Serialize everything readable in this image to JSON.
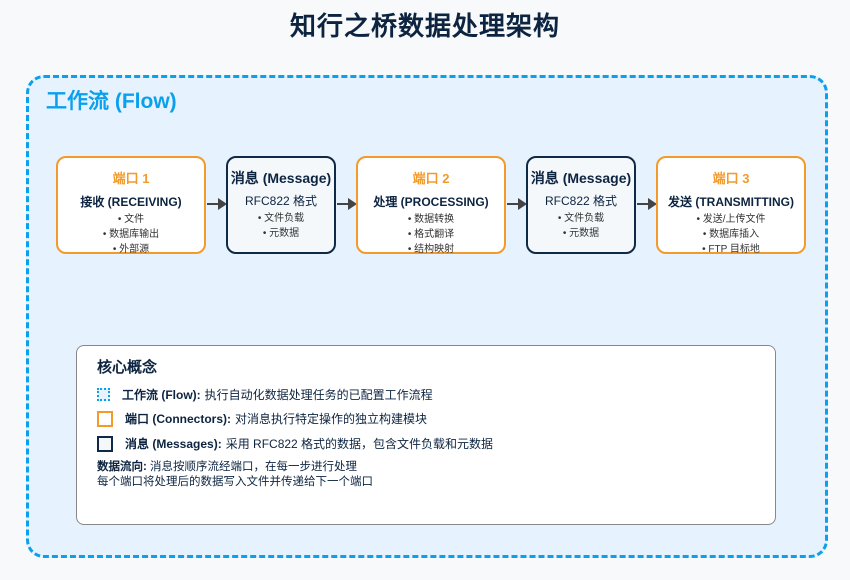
{
  "title": "知行之桥数据处理架构",
  "flow": {
    "title": "工作流 (Flow)"
  },
  "nodes": [
    {
      "type": "connector",
      "head": "端口 1",
      "sub": "接收 (RECEIVING)",
      "items": [
        "• 文件",
        "• 数据库输出",
        "• 外部源"
      ]
    },
    {
      "type": "message",
      "head": "消息 (Message)",
      "sub": "RFC822 格式",
      "items": [
        "• 文件负载",
        "• 元数据"
      ]
    },
    {
      "type": "connector",
      "head": "端口 2",
      "sub": "处理 (PROCESSING)",
      "items": [
        "• 数据转换",
        "• 格式翻译",
        "• 结构映射"
      ]
    },
    {
      "type": "message",
      "head": "消息 (Message)",
      "sub": "RFC822 格式",
      "items": [
        "• 文件负载",
        "• 元数据"
      ]
    },
    {
      "type": "connector",
      "head": "端口 3",
      "sub": "发送 (TRANSMITTING)",
      "items": [
        "• 发送/上传文件",
        "• 数据库插入",
        "• FTP 目标地"
      ]
    }
  ],
  "concepts": {
    "title": "核心概念",
    "legend": [
      {
        "term": "工作流 (Flow):",
        "desc": "执行自动化数据处理任务的已配置工作流程"
      },
      {
        "term": "端口 (Connectors):",
        "desc": "对消息执行特定操作的独立构建模块"
      },
      {
        "term": "消息 (Messages):",
        "desc": "采用 RFC822 格式的数据，包含文件负载和元数据"
      }
    ],
    "direction_label": "数据流向:",
    "direction_text": "消息按顺序流经端口，在每一步进行处理",
    "direction_text2": "每个端口将处理后的数据写入文件并传递给下一个端口"
  },
  "colors": {
    "flow": "#0aa0ee",
    "connector": "#f39a2a",
    "message": "#0f2a47"
  }
}
